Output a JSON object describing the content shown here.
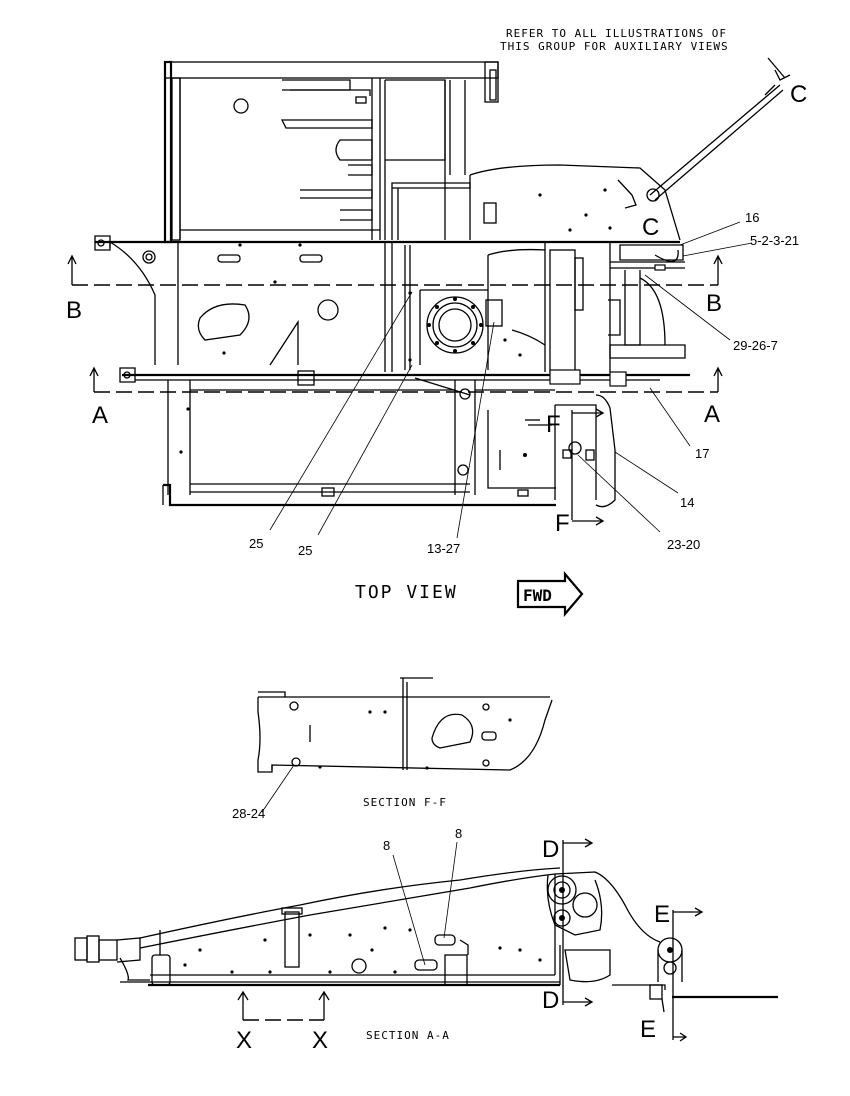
{
  "note": {
    "line1": "REFER TO ALL ILLUSTRATIONS OF",
    "line2": "THIS GROUP FOR AUXILIARY VIEWS"
  },
  "view_title": "TOP VIEW",
  "fwd_label": "FWD",
  "section_labels": {
    "ff": "SECTION F-F",
    "aa": "SECTION A-A"
  },
  "section_markers": {
    "a": "A",
    "b": "B",
    "c": "C",
    "d": "D",
    "e": "E",
    "f": "F",
    "x": "X"
  },
  "callouts": {
    "c16": "16",
    "c5_2_3_21": "5-2-3-21",
    "c29_26_7": "29-26-7",
    "c17": "17",
    "c14": "14",
    "c23_20": "23-20",
    "c25a": "25",
    "c25b": "25",
    "c13_27": "13-27",
    "c28_24": "28-24",
    "c8a": "8",
    "c8b": "8"
  }
}
